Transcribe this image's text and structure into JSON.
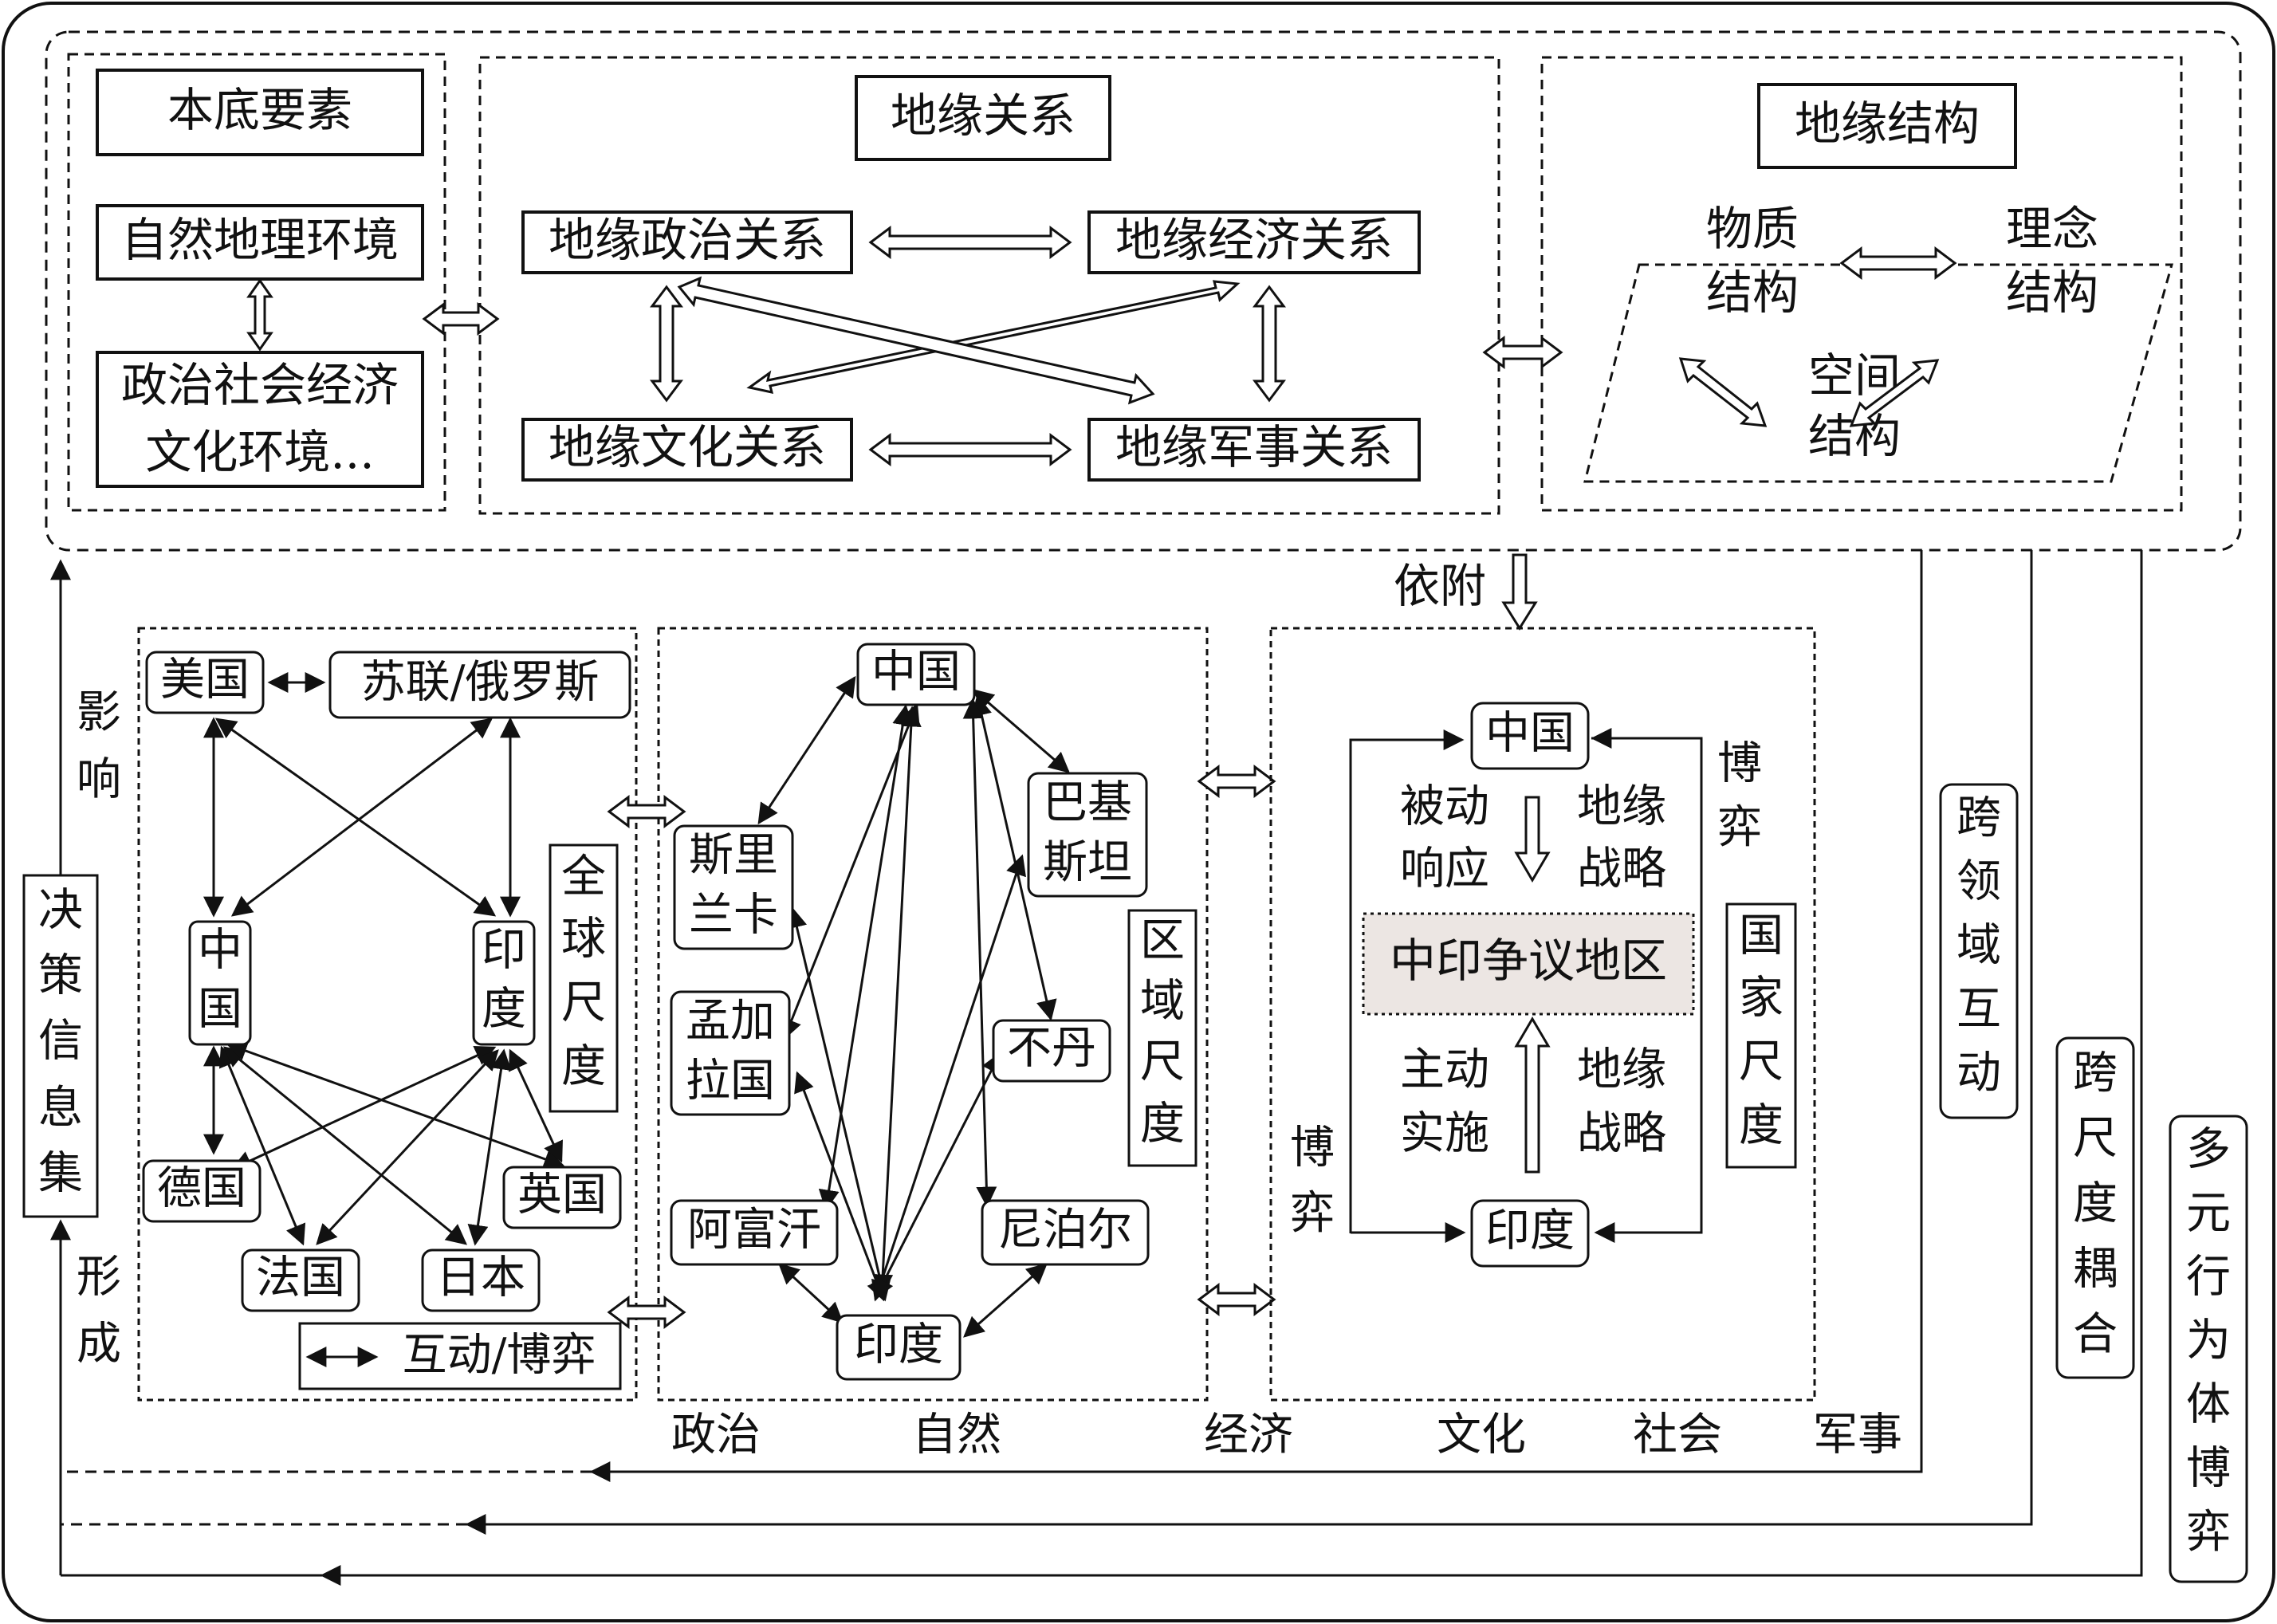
{
  "top": {
    "base": {
      "title": "本底要素",
      "env1": "自然地理环境",
      "env2": [
        "政治社会经济",
        "文化环境..."
      ]
    },
    "relations": {
      "title": "地缘关系",
      "political": "地缘政治关系",
      "economic": "地缘经济关系",
      "cultural": "地缘文化关系",
      "military": "地缘军事关系"
    },
    "structure": {
      "title": "地缘结构",
      "material": [
        "物质",
        "结构"
      ],
      "ideal": [
        "理念",
        "结构"
      ],
      "spatial": [
        "空间",
        "结构"
      ]
    },
    "attach_label": "依附"
  },
  "global": {
    "usa": "美国",
    "ussr": "苏联/俄罗斯",
    "china": [
      "中",
      "国"
    ],
    "india": [
      "印",
      "度"
    ],
    "germany": "德国",
    "france": "法国",
    "japan": "日本",
    "uk": "英国",
    "scale": [
      "全",
      "球",
      "尺",
      "度"
    ],
    "legend": "互动/博弈"
  },
  "regional": {
    "china": "中国",
    "srilanka": [
      "斯里",
      "兰卡"
    ],
    "pakistan": [
      "巴基",
      "斯坦"
    ],
    "bangladesh": [
      "孟加",
      "拉国"
    ],
    "bhutan": "不丹",
    "afghanistan": "阿富汗",
    "nepal": "尼泊尔",
    "india": "印度",
    "scale": [
      "区",
      "域",
      "尺",
      "度"
    ]
  },
  "national": {
    "china": "中国",
    "india": "印度",
    "dispute": "中印争议地区",
    "passive": [
      "被动",
      "响应"
    ],
    "active": [
      "主动",
      "实施"
    ],
    "strategy": [
      "地缘",
      "战略"
    ],
    "game_top": [
      "博",
      "弈"
    ],
    "game_left": [
      "博",
      "弈"
    ],
    "scale": [
      "国",
      "家",
      "尺",
      "度"
    ]
  },
  "domains": [
    "政治",
    "自然",
    "经济",
    "文化",
    "社会",
    "军事"
  ],
  "left": {
    "influence": [
      "影",
      "响"
    ],
    "form": [
      "形",
      "成"
    ],
    "decision": [
      "决",
      "策",
      "信",
      "息",
      "集"
    ]
  },
  "right": {
    "cross_domain": [
      "跨",
      "领",
      "域",
      "互",
      "动"
    ],
    "cross_scale": [
      "跨",
      "尺",
      "度",
      "耦",
      "合"
    ],
    "multi_actor": [
      "多",
      "元",
      "行",
      "为",
      "体",
      "博",
      "弈"
    ]
  }
}
